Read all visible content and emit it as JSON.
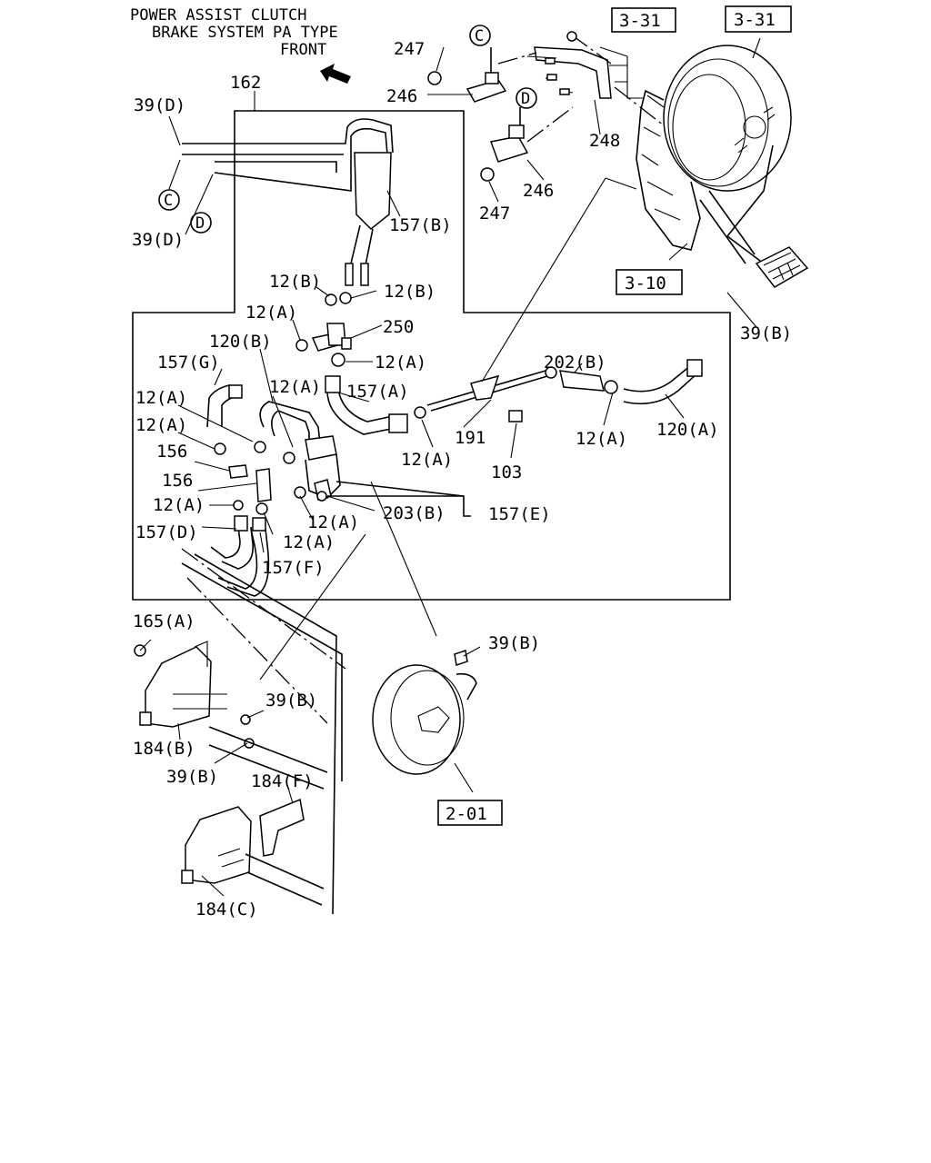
{
  "header": {
    "line1": "POWER ASSIST CLUTCH",
    "line2": "BRAKE SYSTEM PA TYPE",
    "front_label": "FRONT"
  },
  "refs": {
    "r331a": "3-31",
    "r331b": "3-31",
    "r310": "3-10",
    "r201": "2-01"
  },
  "callouts": {
    "c1": "C",
    "c2": "D",
    "c3": "C",
    "c4": "D"
  },
  "labels": {
    "l247a": "247",
    "l246a": "246",
    "l162": "162",
    "l39d_a": "39(D)",
    "l248": "248",
    "l246b": "246",
    "l247b": "247",
    "l39d_b": "39(D)",
    "l157b": "157(B)",
    "l12b_a": "12(B)",
    "l12b_b": "12(B)",
    "l12a_1": "12(A)",
    "l250": "250",
    "l120b": "120(B)",
    "l12a_2": "12(A)",
    "l157g": "157(G)",
    "l12a_3": "12(A)",
    "l157a": "157(A)",
    "l202b": "202(B)",
    "l39b_a": "39(B)",
    "l12a_4": "12(A)",
    "l12a_5": "12(A)",
    "l156a": "156",
    "l156b": "156",
    "l12a_6": "12(A)",
    "l157d": "157(D)",
    "l191": "191",
    "l12a_7": "12(A)",
    "l12a_8": "12(A)",
    "l120a": "120(A)",
    "l103": "103",
    "l203b": "203(B)",
    "l157e": "157(E)",
    "l12a_9": "12(A)",
    "l12a_10": "12(A)",
    "l157f": "157(F)",
    "l165a": "165(A)",
    "l39b_b": "39(B)",
    "l39b_c": "39(B)",
    "l184b": "184(B)",
    "l39b_d": "39(B)",
    "l184f": "184(F)",
    "l184c": "184(C)"
  }
}
